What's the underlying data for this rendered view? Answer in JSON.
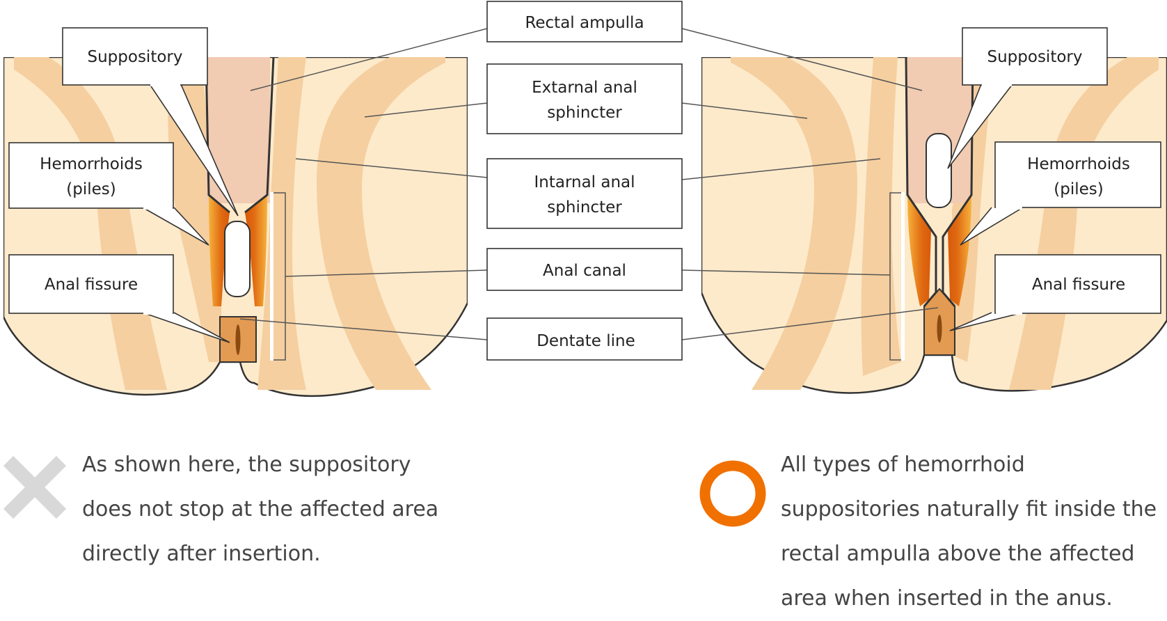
{
  "colors": {
    "tissue_light": "#fdeacb",
    "tissue_mid": "#f5cfa0",
    "ampulla": "#f1cbb2",
    "canal": "#e39a52",
    "hemorrhoid": "#e06a12",
    "hemorrhoid_glow": "#f6b23c",
    "wrong_mark": "#d8d8d8",
    "right_mark": "#f07000"
  },
  "labels": {
    "rectal_ampulla": "Rectal ampulla",
    "external_sphincter": [
      "Extarnal anal",
      "sphincter"
    ],
    "internal_sphincter": [
      "Intarnal anal",
      "sphincter"
    ],
    "anal_canal": "Anal canal",
    "dentate_line": "Dentate line"
  },
  "left_panel": {
    "suppository": "Suppository",
    "hemorrhoids": [
      "Hemorrhoids",
      "(piles)"
    ],
    "anal_fissure": "Anal fissure"
  },
  "right_panel": {
    "suppository": "Suppository",
    "hemorrhoids": [
      "Hemorrhoids",
      "(piles)"
    ],
    "anal_fissure": "Anal fissure"
  },
  "captions": {
    "wrong": {
      "icon": "cross-icon",
      "lines": [
        "As shown here, the suppository",
        "does not stop at the affected area",
        "directly after insertion."
      ]
    },
    "right": {
      "icon": "circle-icon",
      "lines": [
        "All types of hemorrhoid",
        "suppositories naturally fit inside the",
        "rectal ampulla above the affected",
        "area when inserted in the anus."
      ]
    }
  }
}
